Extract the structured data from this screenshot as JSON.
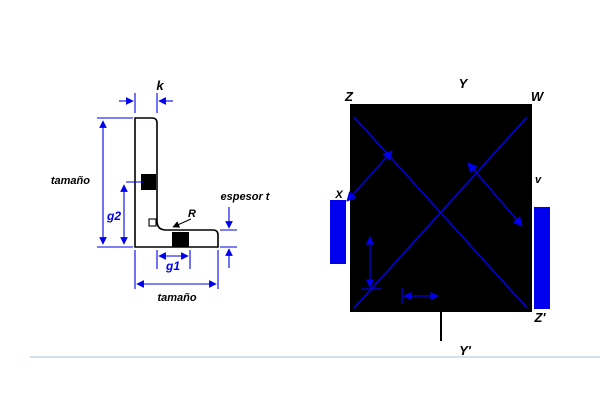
{
  "left_diagram": {
    "k_label": "k",
    "height_label": "tamaño",
    "g2_label": "g2",
    "radius_label": "R",
    "thickness_label": "espesor t",
    "g1_label": "g1",
    "width_label": "tamaño"
  },
  "right_diagram": {
    "z_label": "Z",
    "y_label": "Y",
    "w_label": "W",
    "x_left_label": "X",
    "v_label": "v",
    "z_prime_label": "Z'",
    "y_prime_label": "Y'"
  },
  "colors": {
    "dimension_blue": "#0000ee",
    "outline_black": "#000000",
    "separator_light_blue": "#9fc3d4",
    "section_fill": "#000000"
  }
}
